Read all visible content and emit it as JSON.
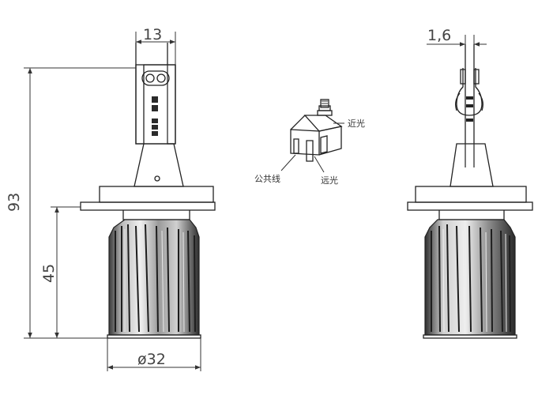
{
  "dimensions": {
    "top_width": "13",
    "total_height": "93",
    "base_height": "45",
    "base_diameter": "ø32",
    "side_thickness": "1,6"
  },
  "connector_labels": {
    "low_beam": "近光",
    "high_beam": "远光",
    "common_wire": "公共线"
  },
  "colors": {
    "fin_dark": "#2a2a2a",
    "fin_mid": "#7a7a7a",
    "fin_light": "#d8d8d8",
    "line": "#333333",
    "dim_text": "#444444"
  }
}
